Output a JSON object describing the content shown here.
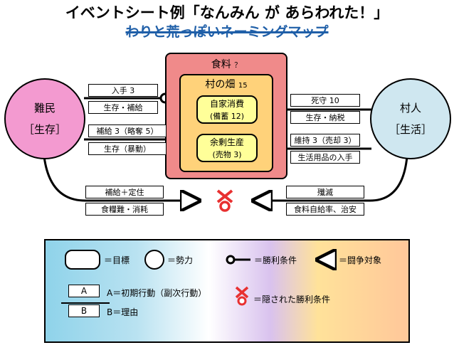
{
  "title": "イベントシート例「なんみん が あらわれた！」",
  "subtitle": "わりと荒っぽいネーミングマップ",
  "refugees": {
    "name": "難民",
    "role": "［生存］",
    "color": "#f39ad0"
  },
  "villagers": {
    "name": "村人",
    "role": "［生活］",
    "color": "#cfe7f0"
  },
  "food": {
    "label": "食料",
    "mark": "？",
    "color": "#f08a8a"
  },
  "field": {
    "label": "村の畑",
    "count": "15",
    "color": "#ffd27a"
  },
  "self_consumption": {
    "line1": "自家消費",
    "line2": "(備蓄 12)",
    "color": "#ffff99"
  },
  "surplus": {
    "line1": "余剰生産",
    "line2": "(売物 3)",
    "color": "#ffff99"
  },
  "labels": {
    "obtain_a": "入手 3",
    "obtain_b": "生存・補給",
    "supply_a": "補給 3（略奪 5）",
    "supply_b": "生存（暴動）",
    "defend_a": "死守 10",
    "defend_b": "生存・納税",
    "maintain_a": "維持 3（売却 3）",
    "maintain_b": "生活用品の入手",
    "refugee_goal_a": "補給＋定住",
    "refugee_goal_b": "食糧難・消耗",
    "village_goal_a": "殲滅",
    "village_goal_b": "食料自給率、治安"
  },
  "legend": {
    "goal": "＝目標",
    "force": "＝勢力",
    "victory": "＝勝利条件",
    "conflict": "＝闘争対象",
    "box_a": "A",
    "box_b": "B",
    "desc_a": "A＝初期行動（副次行動）",
    "desc_b": "B＝理由",
    "hidden": "＝隠された勝利条件"
  },
  "colors": {
    "hidden_mark": "#e83030"
  }
}
